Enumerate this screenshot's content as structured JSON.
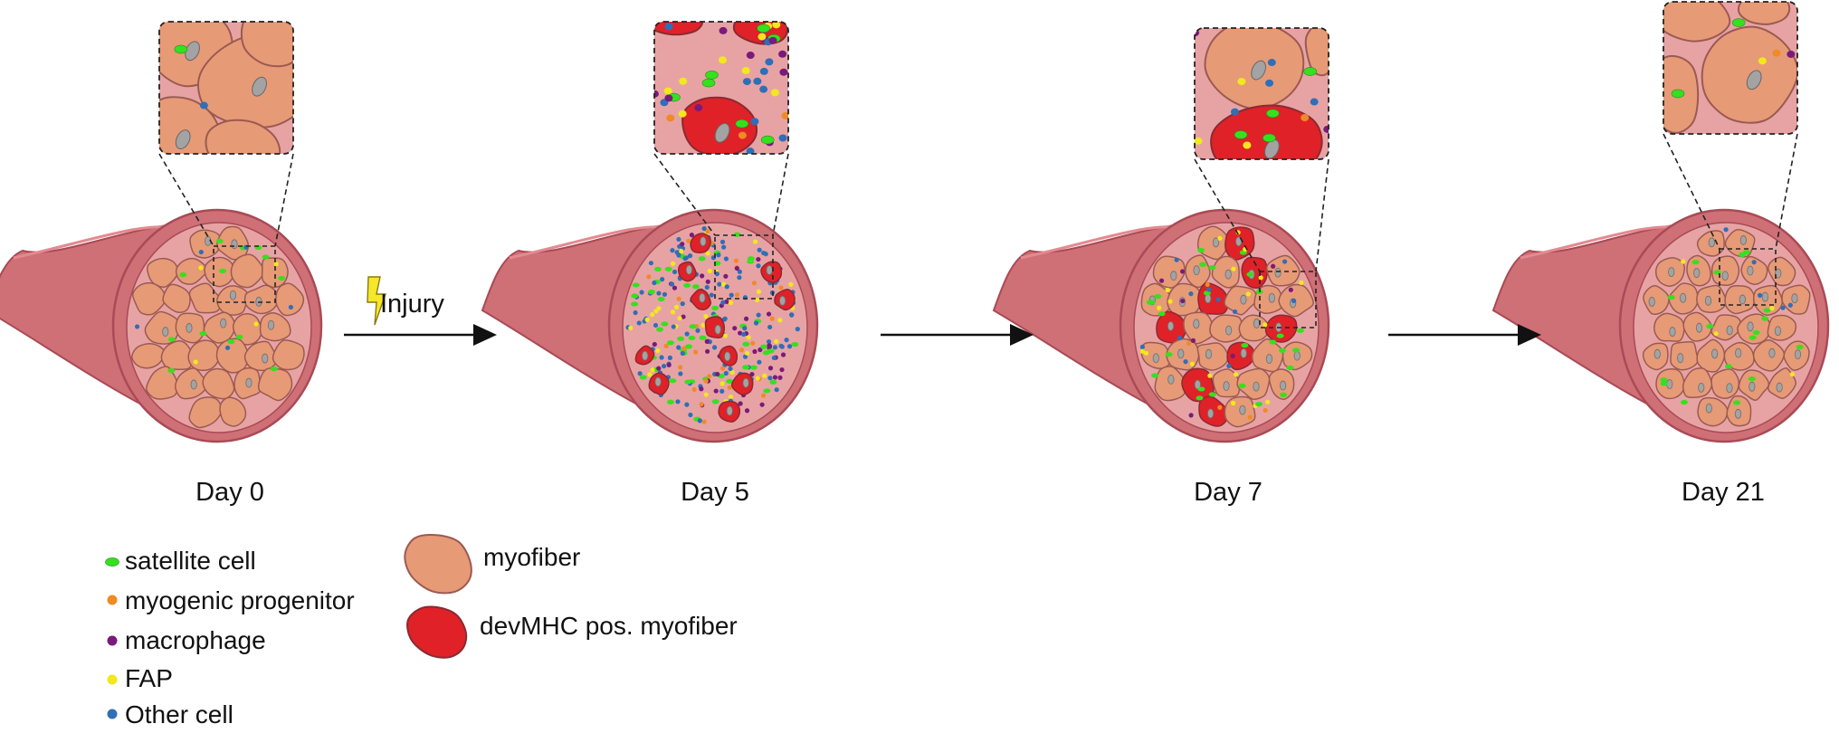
{
  "colors": {
    "satellite": "#35e01f",
    "progenitor": "#f08a24",
    "macrophage": "#7a1a7a",
    "fap": "#f2e81c",
    "other": "#2e6fb8",
    "myofiber": "#e79a76",
    "myofiber_edge": "#9a5a52",
    "devmhc": "#e02128",
    "devmhc_edge": "#8a2a32",
    "muscle": "#cf6f76",
    "muscle_edge": "#a94a55",
    "interstitium": "#e7a3a4",
    "nucleus": "#a3a3a3",
    "bolt": "#f5e72a"
  },
  "stages": [
    {
      "label": "Day 0"
    },
    {
      "label": "Day 5"
    },
    {
      "label": "Day 7"
    },
    {
      "label": "Day 21"
    }
  ],
  "injury_label": "Injury",
  "legend": {
    "cells": [
      {
        "label": "satellite cell",
        "color_key": "satellite",
        "shape": "ellipse"
      },
      {
        "label": "myogenic progenitor",
        "color_key": "progenitor",
        "shape": "dot"
      },
      {
        "label": "macrophage",
        "color_key": "macrophage",
        "shape": "dot"
      },
      {
        "label": "FAP",
        "color_key": "fap",
        "shape": "dot"
      },
      {
        "label": "Other cell",
        "color_key": "other",
        "shape": "dot"
      }
    ],
    "fibers": [
      {
        "label": "myofiber",
        "color_key": "myofiber"
      },
      {
        "label": "devMHC pos. myofiber",
        "color_key": "devmhc"
      }
    ]
  }
}
